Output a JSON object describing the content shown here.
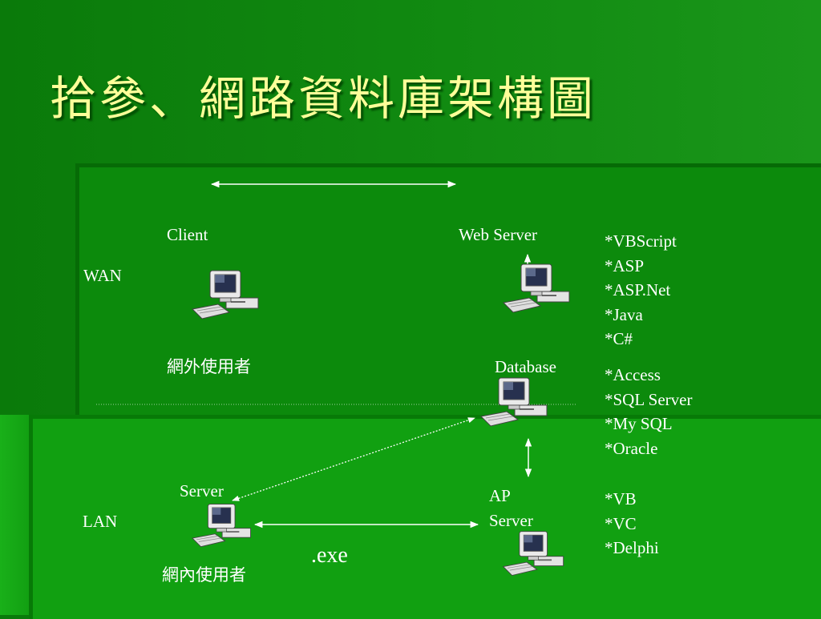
{
  "title": "拾參、網路資料庫架構圖",
  "zones": {
    "wan": "WAN",
    "lan": "LAN"
  },
  "nodes": {
    "client": "Client",
    "web_server": "Web Server",
    "database": "Database",
    "server": "Server",
    "ap_server_line1": "AP",
    "ap_server_line2": "Server"
  },
  "captions": {
    "external_users": "網外使用者",
    "internal_users": "網內使用者",
    "exe": ".exe"
  },
  "tech": {
    "web": [
      "*VBScript",
      "*ASP",
      "*ASP.Net",
      "*Java",
      "*C#"
    ],
    "db": [
      "*Access",
      "*SQL Server",
      "*My SQL",
      "*Oracle"
    ],
    "ap": [
      "*VB",
      "*VC",
      "*Delphi"
    ]
  },
  "icons": {
    "computer": "desktop-computer-icon"
  },
  "colors": {
    "title": "#ffff99",
    "background": "#0f8a0f",
    "text": "#ffffff"
  }
}
